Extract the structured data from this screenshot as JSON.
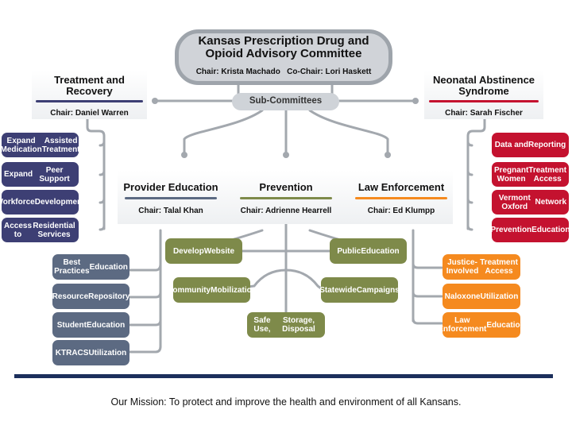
{
  "committee": {
    "title_line1": "Kansas Prescription Drug and",
    "title_line2": "Opioid Advisory Committee",
    "chair": "Chair: Krista Machado",
    "co_chair": "Co-Chair: Lori Haskett"
  },
  "subcommittees_label": "Sub-Committees",
  "treatment": {
    "title_line1": "Treatment and",
    "title_line2": "Recovery",
    "chair": "Chair: Daniel Warren",
    "items": [
      [
        "Expand Medication",
        "Assisted Treatment"
      ],
      [
        "Expand",
        "Peer Support"
      ],
      [
        "Workforce",
        "Development"
      ],
      [
        "Access to",
        "Residential Services"
      ]
    ]
  },
  "nas": {
    "title_line1": "Neonatal Abstinence",
    "title_line2": "Syndrome",
    "chair": "Chair: Sarah Fischer",
    "items": [
      [
        "Data and",
        "Reporting"
      ],
      [
        "Pregnant Women",
        "Treatment Access"
      ],
      [
        "Vermont Oxford",
        "Network"
      ],
      [
        "Prevention",
        "Education"
      ]
    ]
  },
  "provider_education": {
    "title": "Provider Education",
    "chair": "Chair: Talal Khan",
    "items": [
      [
        "Best Practices",
        "Education"
      ],
      [
        "Resource",
        "Repository"
      ],
      [
        "Student",
        "Education"
      ],
      [
        "KTRACS",
        "Utilization"
      ]
    ]
  },
  "prevention": {
    "title": "Prevention",
    "chair": "Chair: Adrienne Hearrell",
    "items": [
      [
        "Develop",
        "Website"
      ],
      [
        "Public",
        "Education"
      ],
      [
        "Community",
        "Mobilization"
      ],
      [
        "Statewide",
        "Campaigns"
      ],
      [
        "Safe Use,",
        "Storage, Disposal"
      ]
    ]
  },
  "law_enforcement": {
    "title": "Law Enforcement",
    "chair": "Chair: Ed Klumpp",
    "items": [
      [
        "Justice-Involved",
        "Treatment Access"
      ],
      [
        "Naloxone",
        "Utilization"
      ],
      [
        "Law Enforcement",
        "Education"
      ]
    ]
  },
  "mission": "Our Mission: To protect and improve the health and environment of all Kansans.",
  "colors": {
    "treatment": "#3d3f74",
    "nas": "#c4122f",
    "provider_education": "#5c6a82",
    "prevention": "#7e8a4a",
    "law_enforcement": "#f58a1f",
    "connector": "#9ea4ab",
    "footer_bar": "#1c2f5c"
  }
}
